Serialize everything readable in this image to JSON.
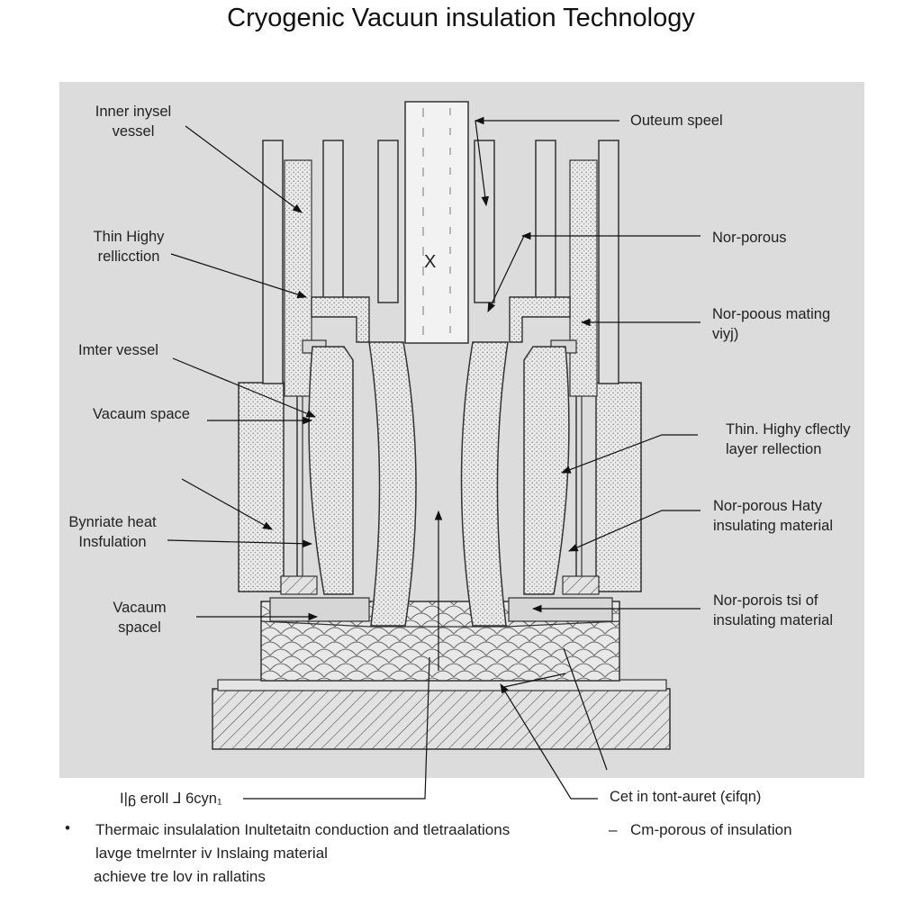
{
  "title": "Cryogenic Vacuun insulation Technology",
  "labels": {
    "inner_vessel_1": "Inner inysel\nvessel",
    "thin_highy": "Thin Highy\nrellicction",
    "inner_vessel_2": "Imter vessel",
    "vacuum_space_1": "Vacaum space",
    "bynrate_heat": "Bynriate heat\nInsfulation",
    "vacuum_space_2": "Vacaum\nspacel",
    "outer_vessel": "Outeum speel",
    "non_porous_1": "Nor-porous",
    "non_porous_mating": "Nor-poous mating\nviyj)",
    "thin_reflect": "Thin. Highy cflectly\nlayer rellection",
    "non_porous_haty": "Nor-porous Haty\ninsulating material",
    "non_porous_tsi": "Nor-porois tsi of\ninsulating material",
    "bottom_left": "I|ᵷ erolI ⅃ 6cyn₁",
    "bottom_right": "Cet in tont-auret (ꞓifqn)"
  },
  "notes": {
    "bullet": "•",
    "line1": "Thermaic insulalation Inultetaitn conduction and tletraalations",
    "line2": "lavge tmelrnter iv Inslaing material",
    "line3": "achieve tre lov in rallatins",
    "dash": "–",
    "right": "Cm-porous of insulation"
  },
  "center_mark": "X"
}
